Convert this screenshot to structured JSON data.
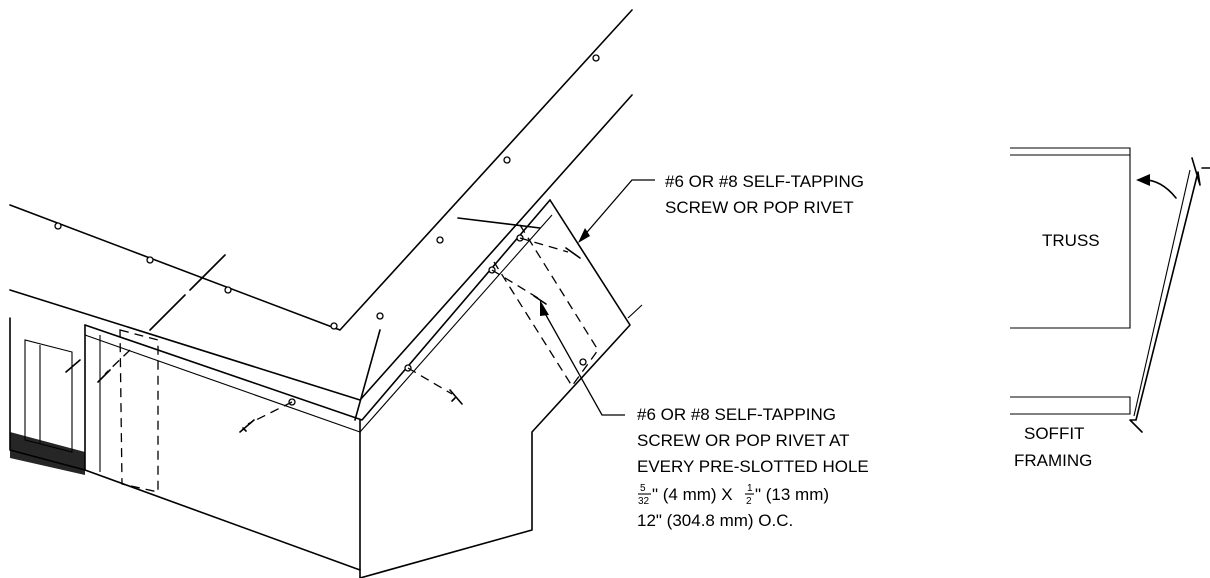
{
  "callouts": {
    "top_line1": "#6 OR #8 SELF-TAPPING",
    "top_line2": "SCREW OR POP RIVET",
    "bottom_line1": "#6 OR #8 SELF-TAPPING",
    "bottom_line2": "SCREW OR POP RIVET AT",
    "bottom_line3": "EVERY PRE-SLOTTED HOLE",
    "dim_frac1_num": "5",
    "dim_frac1_den": "32",
    "dim_rest1": "\" (4 mm) X ",
    "dim_frac2_num": "1",
    "dim_frac2_den": "2",
    "dim_rest2": "\" (13 mm)",
    "spacing": "12\" (304.8 mm) O.C."
  },
  "detail": {
    "truss_label": "TRUSS",
    "soffit_line1": "SOFFIT",
    "soffit_line2": "FRAMING"
  },
  "icons": [
    "screw-icon",
    "rivet-hole-icon",
    "arrowhead-icon"
  ]
}
